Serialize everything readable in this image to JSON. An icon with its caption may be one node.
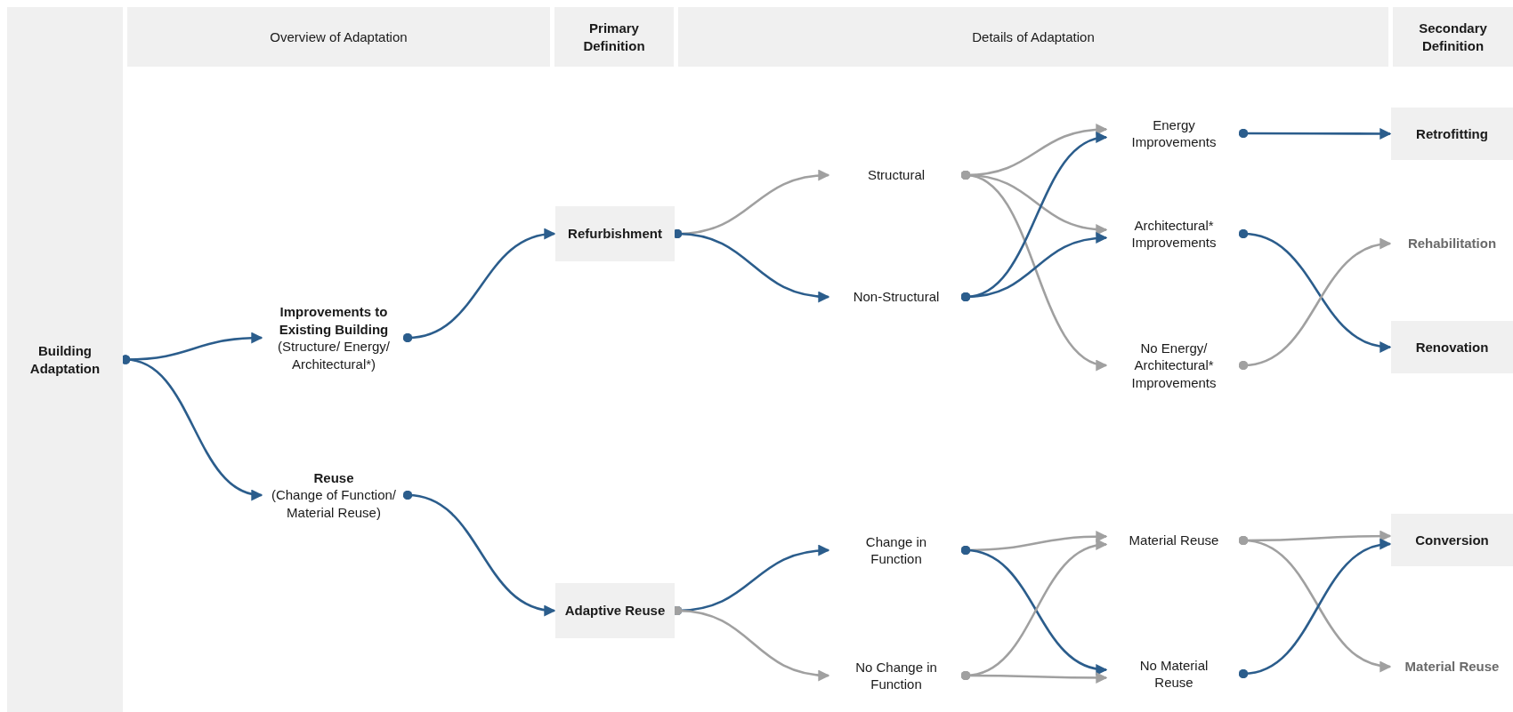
{
  "diagram": {
    "nodes": [
      {
        "text": [
          "Overview of Adaptation"
        ]
      },
      {
        "text": [
          "Primary Definition"
        ]
      },
      {
        "text": [
          "Details of Adaptation"
        ]
      },
      {
        "text": [
          "Secondary Definition"
        ]
      },
      {
        "text": [
          "Building Adaptation"
        ]
      },
      {
        "text": [
          "Improvements to Existing Building",
          "(Structure/ Energy/ Architectural*)"
        ]
      },
      {
        "text": [
          "Reuse",
          "(Change of Function/ Material Reuse)"
        ]
      },
      {
        "text": [
          "Refurbishment"
        ]
      },
      {
        "text": [
          "Adaptive Reuse"
        ]
      },
      {
        "text": [
          "Structural"
        ]
      },
      {
        "text": [
          "Non-Structural"
        ]
      },
      {
        "text": [
          "Change in Function"
        ]
      },
      {
        "text": [
          "No Change in Function"
        ]
      },
      {
        "text": [
          "Energy Improvements"
        ]
      },
      {
        "text": [
          "Architectural* Improvements"
        ]
      },
      {
        "text": [
          "No Energy/ Architectural* Improvements"
        ]
      },
      {
        "text": [
          "Material Reuse"
        ]
      },
      {
        "text": [
          "No Material Reuse"
        ]
      },
      {
        "text": [
          "Retrofitting"
        ]
      },
      {
        "text": [
          "Rehabilitation"
        ]
      },
      {
        "text": [
          "Renovation"
        ]
      },
      {
        "text": [
          "Conversion"
        ]
      },
      {
        "text": [
          "Material Reuse"
        ]
      }
    ],
    "edges": [
      {
        "from": 4,
        "to": 5,
        "arrow": "to"
      },
      {
        "from": 4,
        "to": 6,
        "arrow": "to"
      },
      {
        "from": 5,
        "to": 7,
        "arrow": "to"
      },
      {
        "from": 6,
        "to": 8,
        "arrow": "to"
      },
      {
        "from": 7,
        "to": 9,
        "arrow": "to",
        "color": "#a0a0a0"
      },
      {
        "from": 7,
        "to": 10,
        "arrow": "to"
      },
      {
        "from": 8,
        "to": 11,
        "arrow": "to"
      },
      {
        "from": 8,
        "to": 12,
        "arrow": "to",
        "color": "#a0a0a0"
      },
      {
        "from": 9,
        "to": 13,
        "arrow": "to",
        "color": "#a0a0a0"
      },
      {
        "from": 9,
        "to": 14,
        "arrow": "to",
        "color": "#a0a0a0"
      },
      {
        "from": 9,
        "to": 15,
        "arrow": "to",
        "color": "#a0a0a0"
      },
      {
        "from": 10,
        "to": 13,
        "arrow": "to"
      },
      {
        "from": 10,
        "to": 14,
        "arrow": "to"
      },
      {
        "from": 11,
        "to": 16,
        "arrow": "to",
        "color": "#a0a0a0"
      },
      {
        "from": 11,
        "to": 17,
        "arrow": "to"
      },
      {
        "from": 12,
        "to": 16,
        "arrow": "to",
        "color": "#a0a0a0"
      },
      {
        "from": 12,
        "to": 17,
        "arrow": "to",
        "color": "#a0a0a0"
      },
      {
        "from": 13,
        "to": 18,
        "arrow": "to"
      },
      {
        "from": 14,
        "to": 20,
        "arrow": "to"
      },
      {
        "from": 15,
        "to": 19,
        "arrow": "to",
        "color": "#a0a0a0"
      },
      {
        "from": 16,
        "to": 21,
        "arrow": "to",
        "color": "#a0a0a0"
      },
      {
        "from": 16,
        "to": 22,
        "arrow": "to",
        "color": "#a0a0a0"
      },
      {
        "from": 17,
        "to": 21,
        "arrow": "to"
      }
    ]
  }
}
